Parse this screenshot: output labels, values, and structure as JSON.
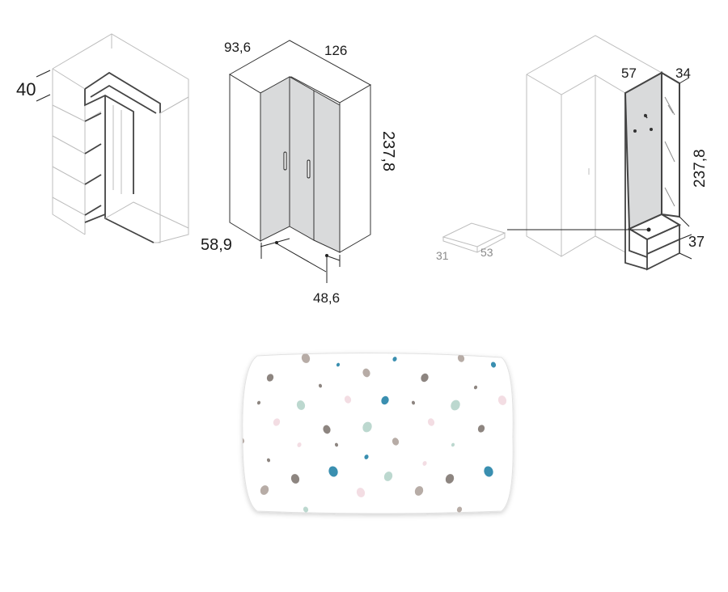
{
  "dimensions": {
    "left_depth": "40",
    "wardrobe_side_a": "93,6",
    "wardrobe_side_b": "126",
    "wardrobe_height": "237,8",
    "wardrobe_bottom_depth": "58,9",
    "wardrobe_door_width": "48,6",
    "module_width": "57",
    "module_depth": "34",
    "module_height": "237,8",
    "bench_height": "37",
    "cushion_width": "31",
    "cushion_length": "53"
  },
  "colors": {
    "door_fill": "#d9dadb",
    "panel_fill": "#ffffff",
    "line_light": "#bdbdbd",
    "line_dark": "#444444",
    "cushion_base": "#ffffff",
    "dot_grey": "#8d8580",
    "dot_taupe": "#b7aca6",
    "dot_mint": "#bcd8cf",
    "dot_pink": "#f3dde3",
    "dot_blue": "#3a8fb0"
  }
}
